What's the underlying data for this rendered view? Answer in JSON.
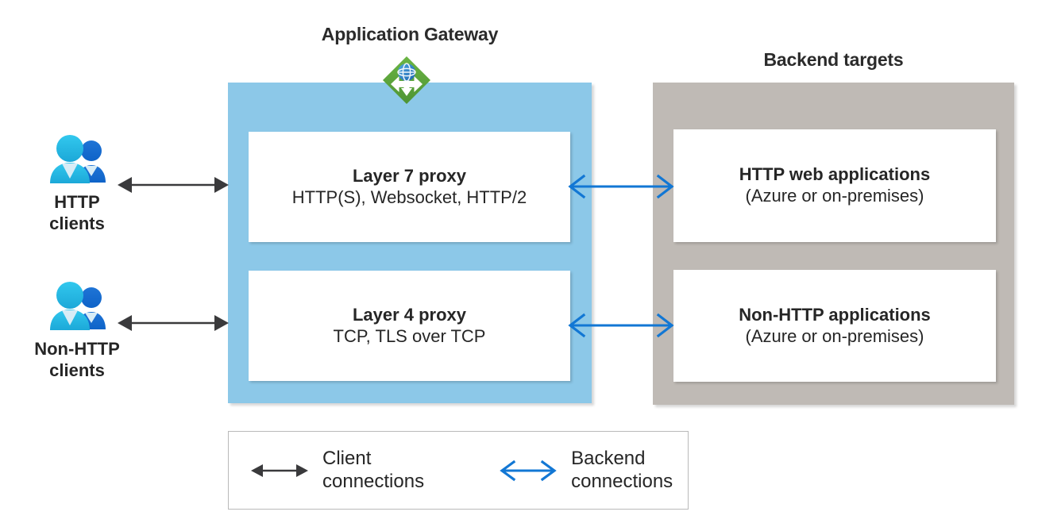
{
  "diagram": {
    "title_gateway": "Application Gateway",
    "title_backend": "Backend targets",
    "colors": {
      "gateway_container": "#8CC8E8",
      "backend_container": "#BFBAB5",
      "client_arrow": "#3A3A3C",
      "backend_arrow": "#1277D4",
      "icon_green": "#59A43B",
      "icon_globe_blue": "#2E8FD4",
      "text": "#262626"
    }
  },
  "clients": [
    {
      "id": "http-clients",
      "label_line1": "HTTP",
      "label_line2": "clients",
      "icon": "users-icon"
    },
    {
      "id": "non-http-clients",
      "label_line1": "Non-HTTP",
      "label_line2": "clients",
      "icon": "users-icon"
    }
  ],
  "gateway": {
    "icon": "application-gateway-icon",
    "cards": [
      {
        "id": "layer7-proxy",
        "title": "Layer 7 proxy",
        "subtitle": "HTTP(S), Websocket, HTTP/2"
      },
      {
        "id": "layer4-proxy",
        "title": "Layer 4 proxy",
        "subtitle": "TCP, TLS over TCP"
      }
    ]
  },
  "backend": {
    "cards": [
      {
        "id": "http-web-applications",
        "title": "HTTP web applications",
        "subtitle": "(Azure or on-premises)"
      },
      {
        "id": "non-http-applications",
        "title": "Non-HTTP applications",
        "subtitle": "(Azure or on-premises)"
      }
    ]
  },
  "legend": {
    "items": [
      {
        "id": "client-connections",
        "line1": "Client",
        "line2": "connections",
        "arrow_style": "solid-filled-black-double-arrow"
      },
      {
        "id": "backend-connections",
        "line1": "Backend",
        "line2": "connections",
        "arrow_style": "open-blue-double-arrow"
      }
    ]
  }
}
